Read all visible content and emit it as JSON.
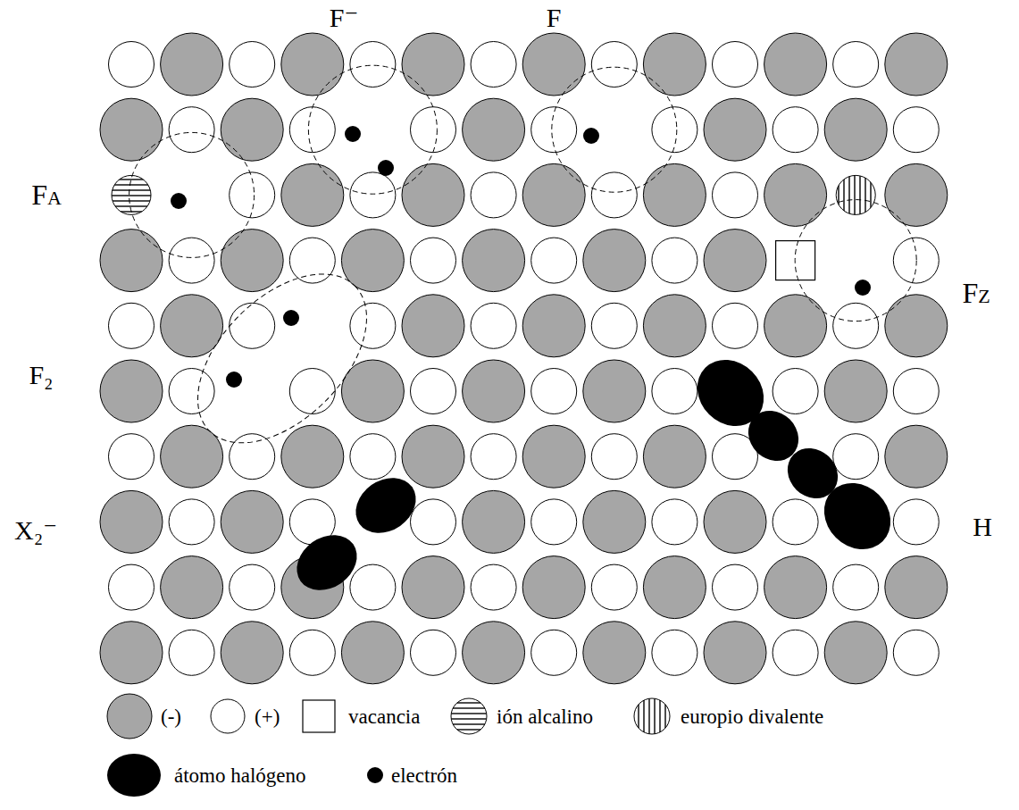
{
  "diagram": {
    "labels": [
      "F⁻",
      "F",
      "FA",
      "FZ",
      "F₂",
      "H",
      "X₂⁻"
    ],
    "legend": [
      {
        "text": "(-)",
        "color": "#a6a6a6"
      },
      {
        "text": "(+)",
        "color": "#ffffff"
      },
      {
        "text": "vacancia"
      },
      {
        "text": "ión alcalino"
      },
      {
        "text": "europio divalente"
      },
      {
        "text": "átomo halógeno",
        "color": "#000000"
      },
      {
        "text": "electrón",
        "color": "#000000"
      }
    ]
  }
}
